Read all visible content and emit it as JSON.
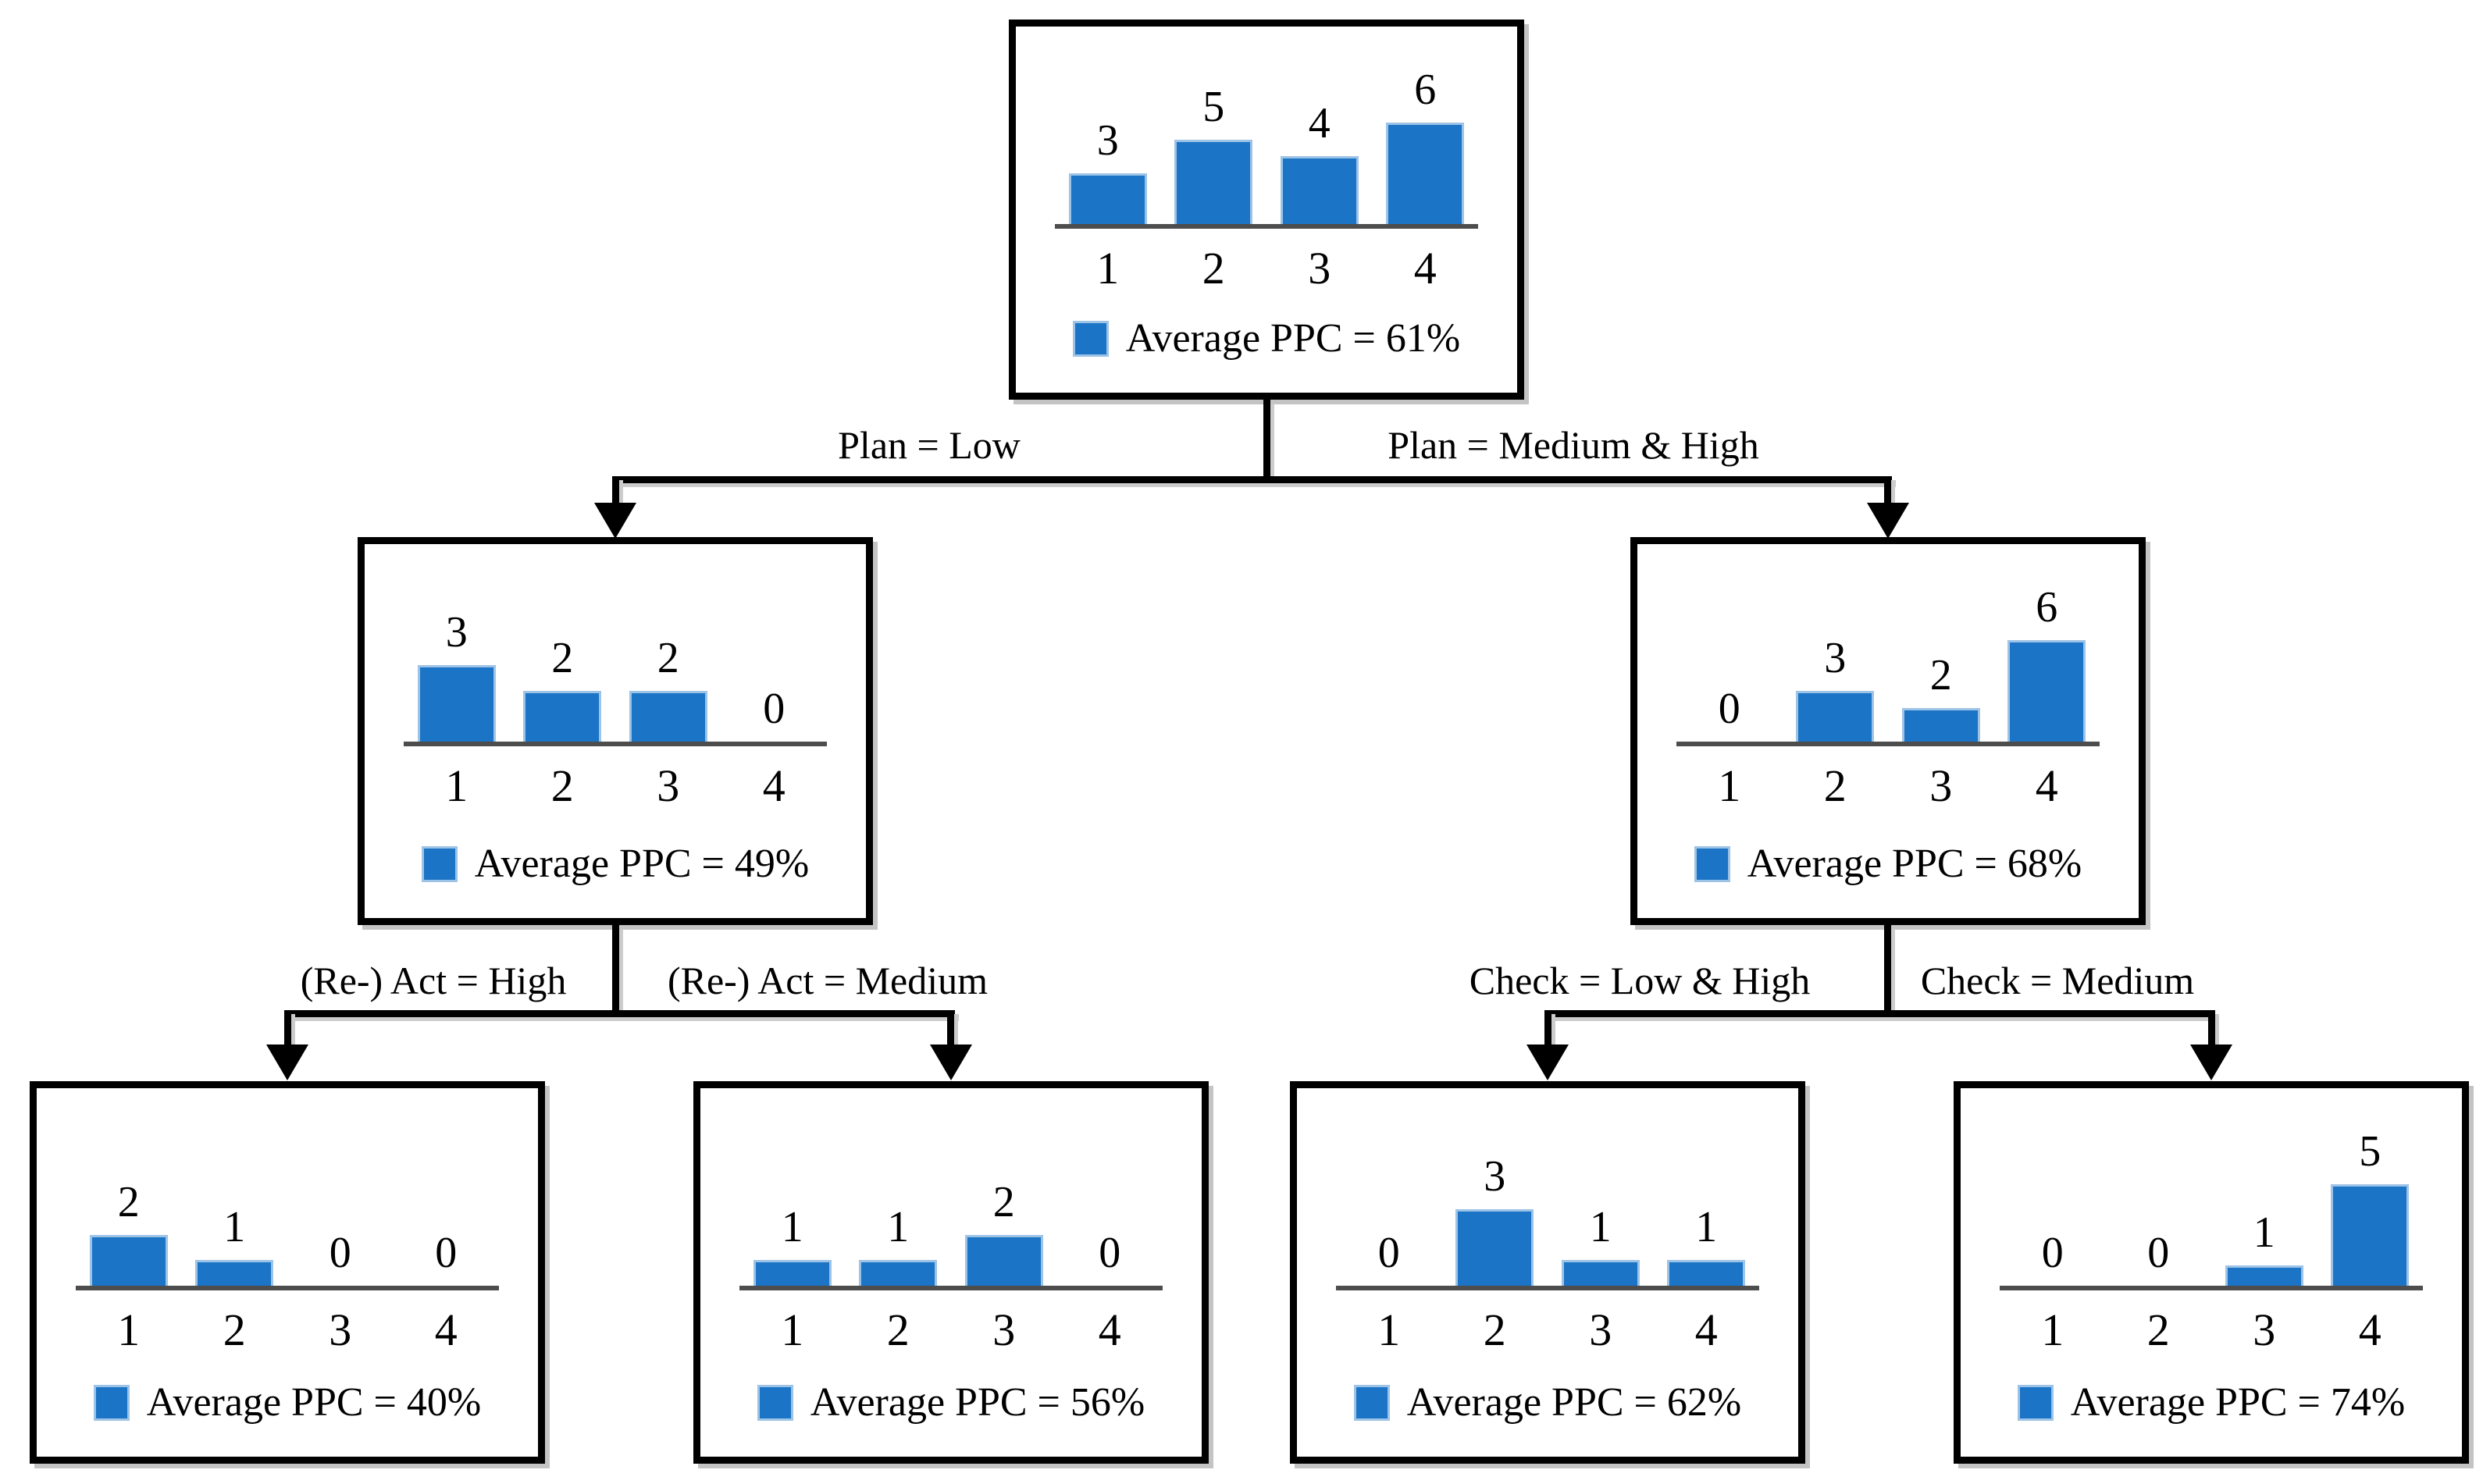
{
  "colors": {
    "bar_fill": "#1b74c5",
    "bar_edge": "#9dc3e6",
    "axis_line": "#4d4d4d",
    "connector": "#000000"
  },
  "edges": [
    {
      "label": "Plan = Low"
    },
    {
      "label": "Plan = Medium & High"
    },
    {
      "label": "(Re-) Act = High"
    },
    {
      "label": "(Re-) Act = Medium"
    },
    {
      "label": "Check = Low & High"
    },
    {
      "label": "Check = Medium"
    }
  ],
  "chart_data": [
    {
      "id": "root",
      "type": "bar",
      "categories": [
        "1",
        "2",
        "3",
        "4"
      ],
      "values": [
        3,
        5,
        4,
        6
      ],
      "data_labels": [
        "3",
        "5",
        "4",
        "6"
      ],
      "legend": "Average PPC = 61%",
      "ylim": [
        0,
        6
      ],
      "grid": false,
      "legend_position": "bottom"
    },
    {
      "id": "plan-low",
      "type": "bar",
      "categories": [
        "1",
        "2",
        "3",
        "4"
      ],
      "values": [
        3,
        2,
        2,
        0
      ],
      "data_labels": [
        "3",
        "2",
        "2",
        "0"
      ],
      "legend": "Average PPC = 49%",
      "ylim": [
        0,
        4
      ],
      "grid": false,
      "legend_position": "bottom"
    },
    {
      "id": "plan-medium-high",
      "type": "bar",
      "categories": [
        "1",
        "2",
        "3",
        "4"
      ],
      "values": [
        0,
        3,
        2,
        6
      ],
      "data_labels": [
        "0",
        "3",
        "2",
        "6"
      ],
      "legend": "Average PPC = 68%",
      "ylim": [
        0,
        6
      ],
      "grid": false,
      "legend_position": "bottom"
    },
    {
      "id": "react-high",
      "type": "bar",
      "categories": [
        "1",
        "2",
        "3",
        "4"
      ],
      "values": [
        2,
        1,
        0,
        0
      ],
      "data_labels": [
        "2",
        "1",
        "0",
        "0"
      ],
      "legend": "Average PPC = 40%",
      "ylim": [
        0,
        4
      ],
      "grid": false,
      "legend_position": "bottom"
    },
    {
      "id": "react-medium",
      "type": "bar",
      "categories": [
        "1",
        "2",
        "3",
        "4"
      ],
      "values": [
        1,
        1,
        2,
        0
      ],
      "data_labels": [
        "1",
        "1",
        "2",
        "0"
      ],
      "legend": "Average PPC = 56%",
      "ylim": [
        0,
        4
      ],
      "grid": false,
      "legend_position": "bottom"
    },
    {
      "id": "check-low-high",
      "type": "bar",
      "categories": [
        "1",
        "2",
        "3",
        "4"
      ],
      "values": [
        0,
        3,
        1,
        1
      ],
      "data_labels": [
        "0",
        "3",
        "1",
        "1"
      ],
      "legend": "Average PPC = 62%",
      "ylim": [
        0,
        4
      ],
      "grid": false,
      "legend_position": "bottom"
    },
    {
      "id": "check-medium",
      "type": "bar",
      "categories": [
        "1",
        "2",
        "3",
        "4"
      ],
      "values": [
        0,
        0,
        1,
        5
      ],
      "data_labels": [
        "0",
        "0",
        "1",
        "5"
      ],
      "legend": "Average PPC = 74%",
      "ylim": [
        0,
        5
      ],
      "grid": false,
      "legend_position": "bottom"
    }
  ]
}
